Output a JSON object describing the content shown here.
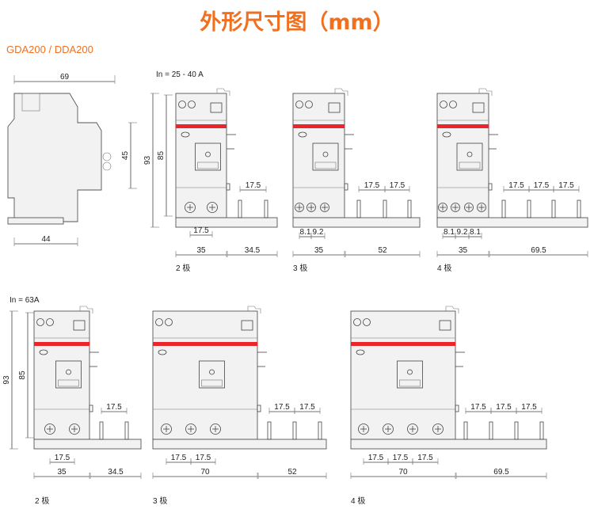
{
  "title": "外形尺寸图（mm）",
  "subtitle": "GDA200 / DDA200",
  "top_row": {
    "current_label": "In = 25 - 40 A",
    "side_view": {
      "width": "69",
      "depth": "44",
      "height": "45"
    },
    "devices": [
      {
        "pole_label": "2 极",
        "height_outer": "93",
        "height_inner": "85",
        "body_width": "35",
        "extension": "34.5",
        "pin_pitch": [
          "17.5"
        ],
        "terminal_pitch": [
          "17.5"
        ]
      },
      {
        "pole_label": "3 极",
        "body_width": "35",
        "extension": "52",
        "pin_pitch": [
          "17.5",
          "17.5"
        ],
        "terminal_pitch": [
          "8.1",
          "9.2"
        ]
      },
      {
        "pole_label": "4 极",
        "body_width": "35",
        "extension": "69.5",
        "pin_pitch": [
          "17.5",
          "17.5",
          "17.5"
        ],
        "terminal_pitch": [
          "8.1",
          "9.2",
          "8.1"
        ]
      }
    ]
  },
  "bottom_row": {
    "current_label": "In = 63A",
    "devices": [
      {
        "pole_label": "2 极",
        "height_outer": "93",
        "height_inner": "85",
        "body_width": "35",
        "extension": "34.5",
        "pin_pitch": [
          "17.5"
        ],
        "terminal_pitch": [
          "17.5"
        ]
      },
      {
        "pole_label": "3 极",
        "body_width": "70",
        "extension": "52",
        "pin_pitch": [
          "17.5",
          "17.5"
        ],
        "terminal_pitch": [
          "17.5",
          "17.5"
        ]
      },
      {
        "pole_label": "4 极",
        "body_width": "70",
        "extension": "69.5",
        "pin_pitch": [
          "17.5",
          "17.5",
          "17.5"
        ],
        "terminal_pitch": [
          "17.5",
          "17.5",
          "17.5"
        ]
      }
    ]
  },
  "colors": {
    "title": "#f07020",
    "band": "#e8262b"
  }
}
